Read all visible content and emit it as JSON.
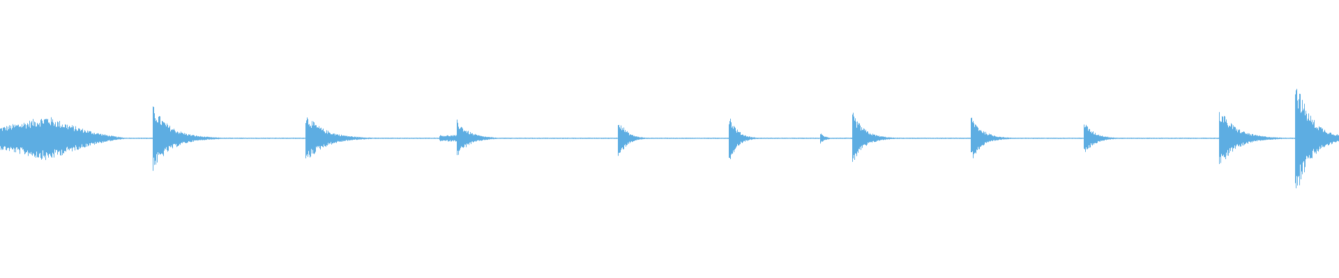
{
  "waveform": {
    "color": "#5dade2",
    "background": "#ffffff",
    "baseline_amplitude": 0.01,
    "segments": [
      {
        "type": "swell",
        "start": 0.0,
        "peak": 0.035,
        "end": 0.1,
        "amplitude": 0.36
      },
      {
        "type": "hit",
        "onset": 0.114,
        "end": 0.225,
        "amplitude": 0.52,
        "decay": 0.12
      },
      {
        "type": "hit",
        "onset": 0.228,
        "end": 0.327,
        "amplitude": 0.4,
        "decay": 0.14
      },
      {
        "type": "block",
        "start": 0.328,
        "end": 0.341,
        "amplitude": 0.05
      },
      {
        "type": "hit",
        "onset": 0.341,
        "end": 0.455,
        "amplitude": 0.3,
        "decay": 0.08
      },
      {
        "type": "hit",
        "onset": 0.461,
        "end": 0.535,
        "amplitude": 0.38,
        "decay": 0.08
      },
      {
        "type": "hit",
        "onset": 0.544,
        "end": 0.61,
        "amplitude": 0.42,
        "decay": 0.09
      },
      {
        "type": "hit",
        "onset": 0.612,
        "end": 0.626,
        "amplitude": 0.1,
        "decay": 0.25
      },
      {
        "type": "hit",
        "onset": 0.636,
        "end": 0.722,
        "amplitude": 0.45,
        "decay": 0.1
      },
      {
        "type": "hit",
        "onset": 0.725,
        "end": 0.808,
        "amplitude": 0.38,
        "decay": 0.1
      },
      {
        "type": "hit",
        "onset": 0.809,
        "end": 0.905,
        "amplitude": 0.28,
        "decay": 0.08
      },
      {
        "type": "hit",
        "onset": 0.91,
        "end": 0.967,
        "amplitude": 0.5,
        "decay": 0.22
      },
      {
        "type": "hit",
        "onset": 0.967,
        "end": 1.0,
        "amplitude": 1.0,
        "decay": 0.35
      }
    ]
  }
}
